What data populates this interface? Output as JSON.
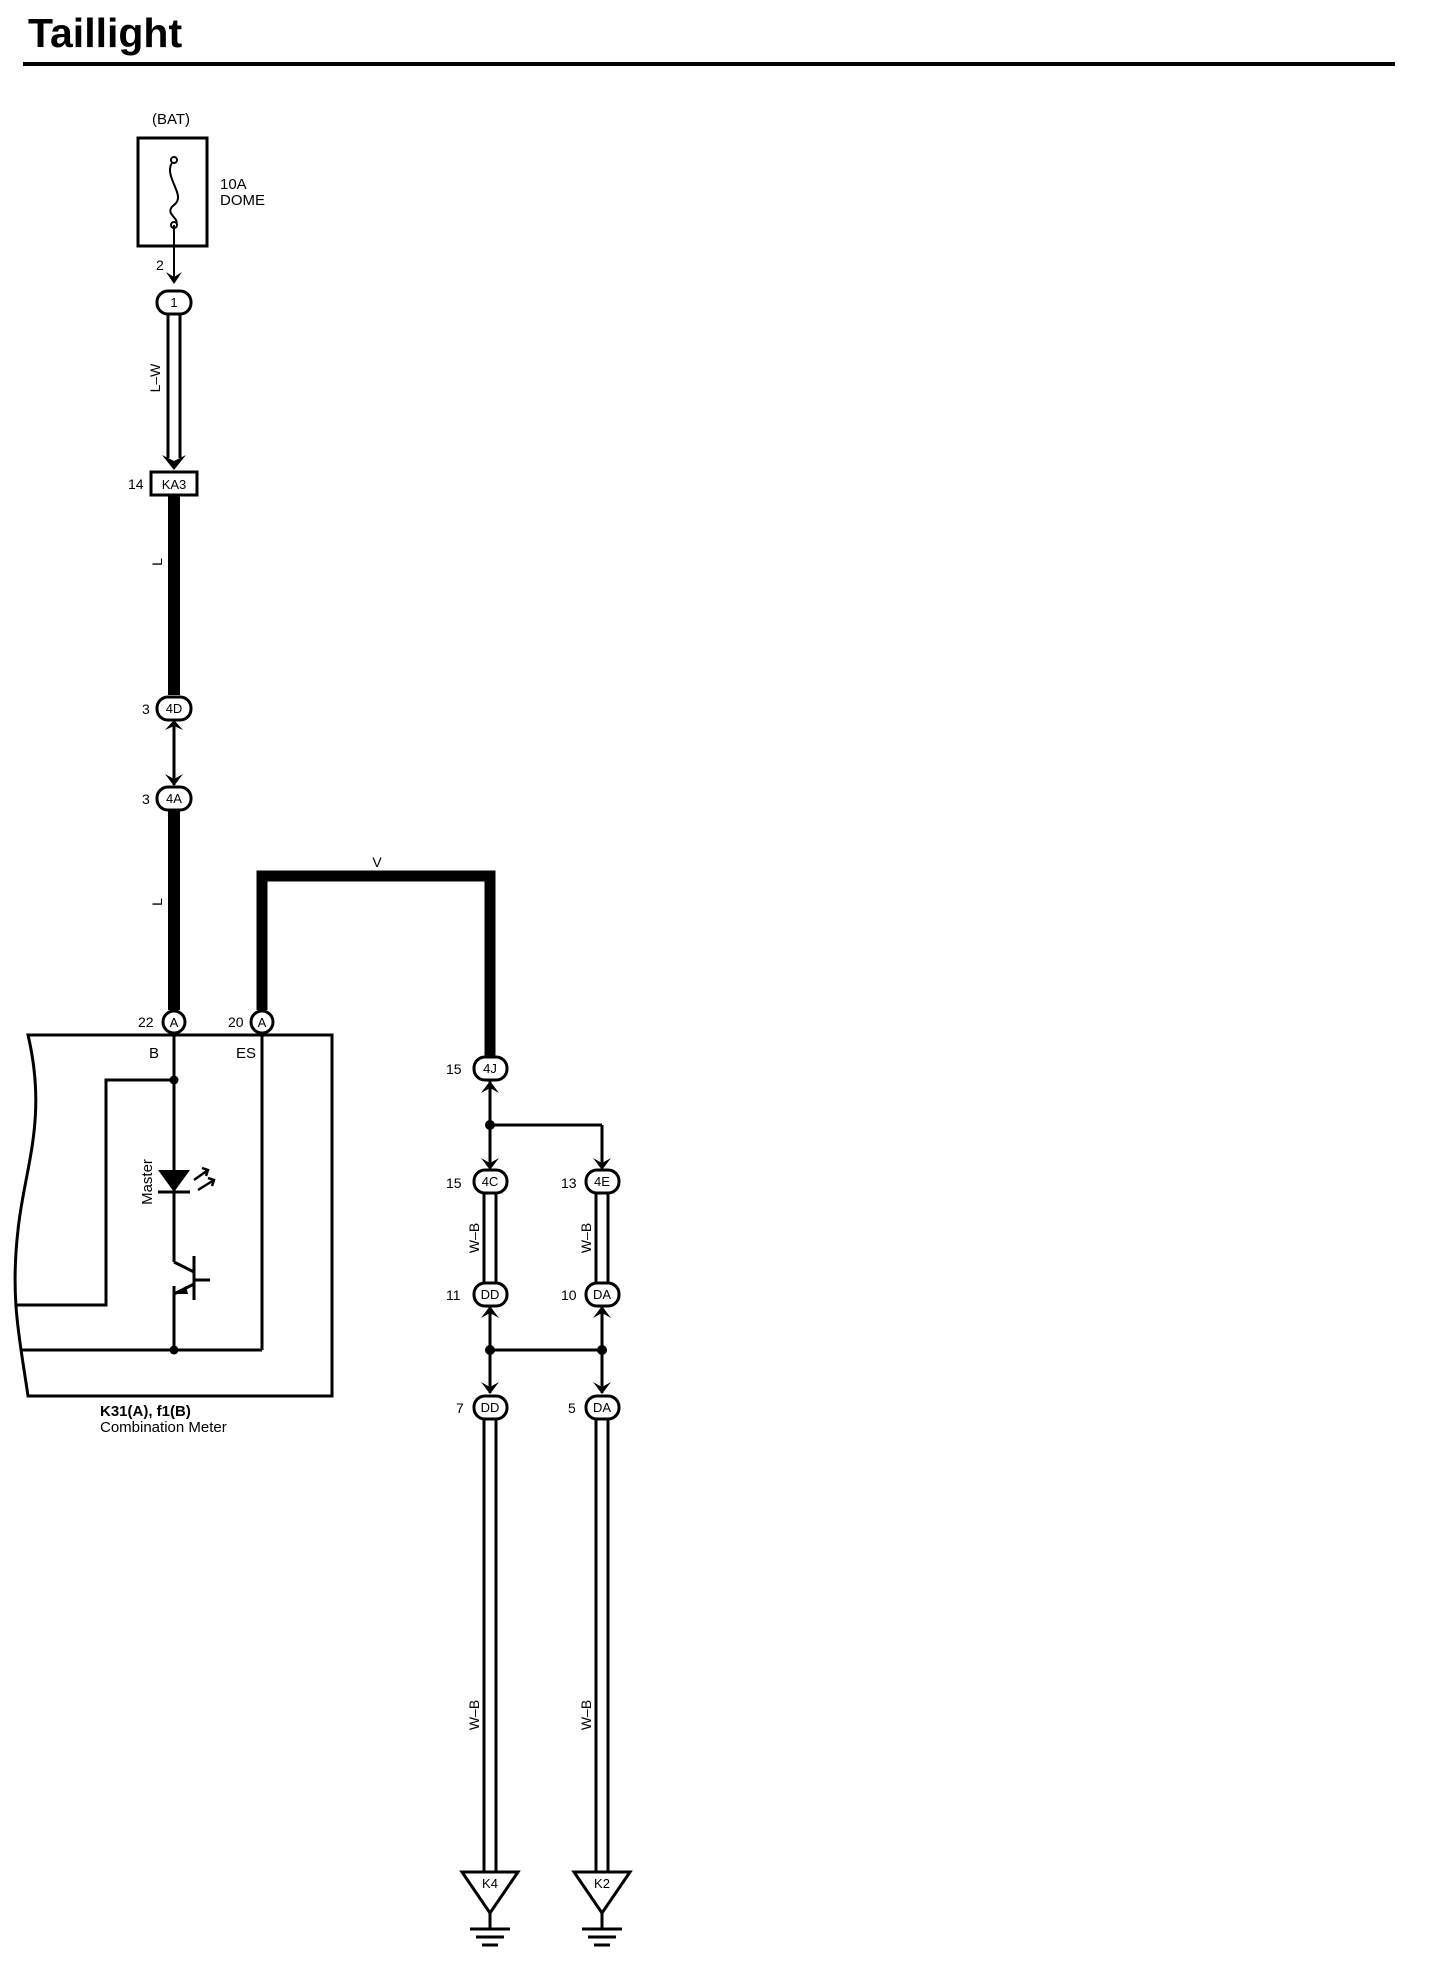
{
  "title": "Taillight",
  "fuse": {
    "supply": "(BAT)",
    "rating": "10A",
    "name": "DOME",
    "pin": "2"
  },
  "connectors": {
    "c1": {
      "id": "1"
    },
    "ka3": {
      "id": "KA3",
      "pin": "14"
    },
    "c4d": {
      "id": "4D",
      "pin": "3"
    },
    "c4a": {
      "id": "4A",
      "pin": "3"
    },
    "meterA22": {
      "id": "A",
      "pin": "22"
    },
    "meterA20": {
      "id": "A",
      "pin": "20"
    },
    "c4j": {
      "id": "4J",
      "pin": "15"
    },
    "c4c": {
      "id": "4C",
      "pin": "15"
    },
    "c4e": {
      "id": "4E",
      "pin": "13"
    },
    "cdd11": {
      "id": "DD",
      "pin": "11"
    },
    "cda10": {
      "id": "DA",
      "pin": "10"
    },
    "cdd7": {
      "id": "DD",
      "pin": "7"
    },
    "cda5": {
      "id": "DA",
      "pin": "5"
    }
  },
  "wires": {
    "fuse_to_ka3": "L–W",
    "ka3_to_4d": "L",
    "4a_to_meter": "L",
    "meter_to_4j": "V",
    "4c_to_dd": "W–B",
    "4e_to_da": "W–B",
    "dd_to_ground": "W–B",
    "da_to_ground": "W–B"
  },
  "meter": {
    "terminal_b": "B",
    "terminal_es": "ES",
    "indicator": "Master",
    "ref": "K31(A), f1(B)",
    "name": "Combination Meter"
  },
  "grounds": {
    "k4": "K4",
    "k2": "K2"
  }
}
